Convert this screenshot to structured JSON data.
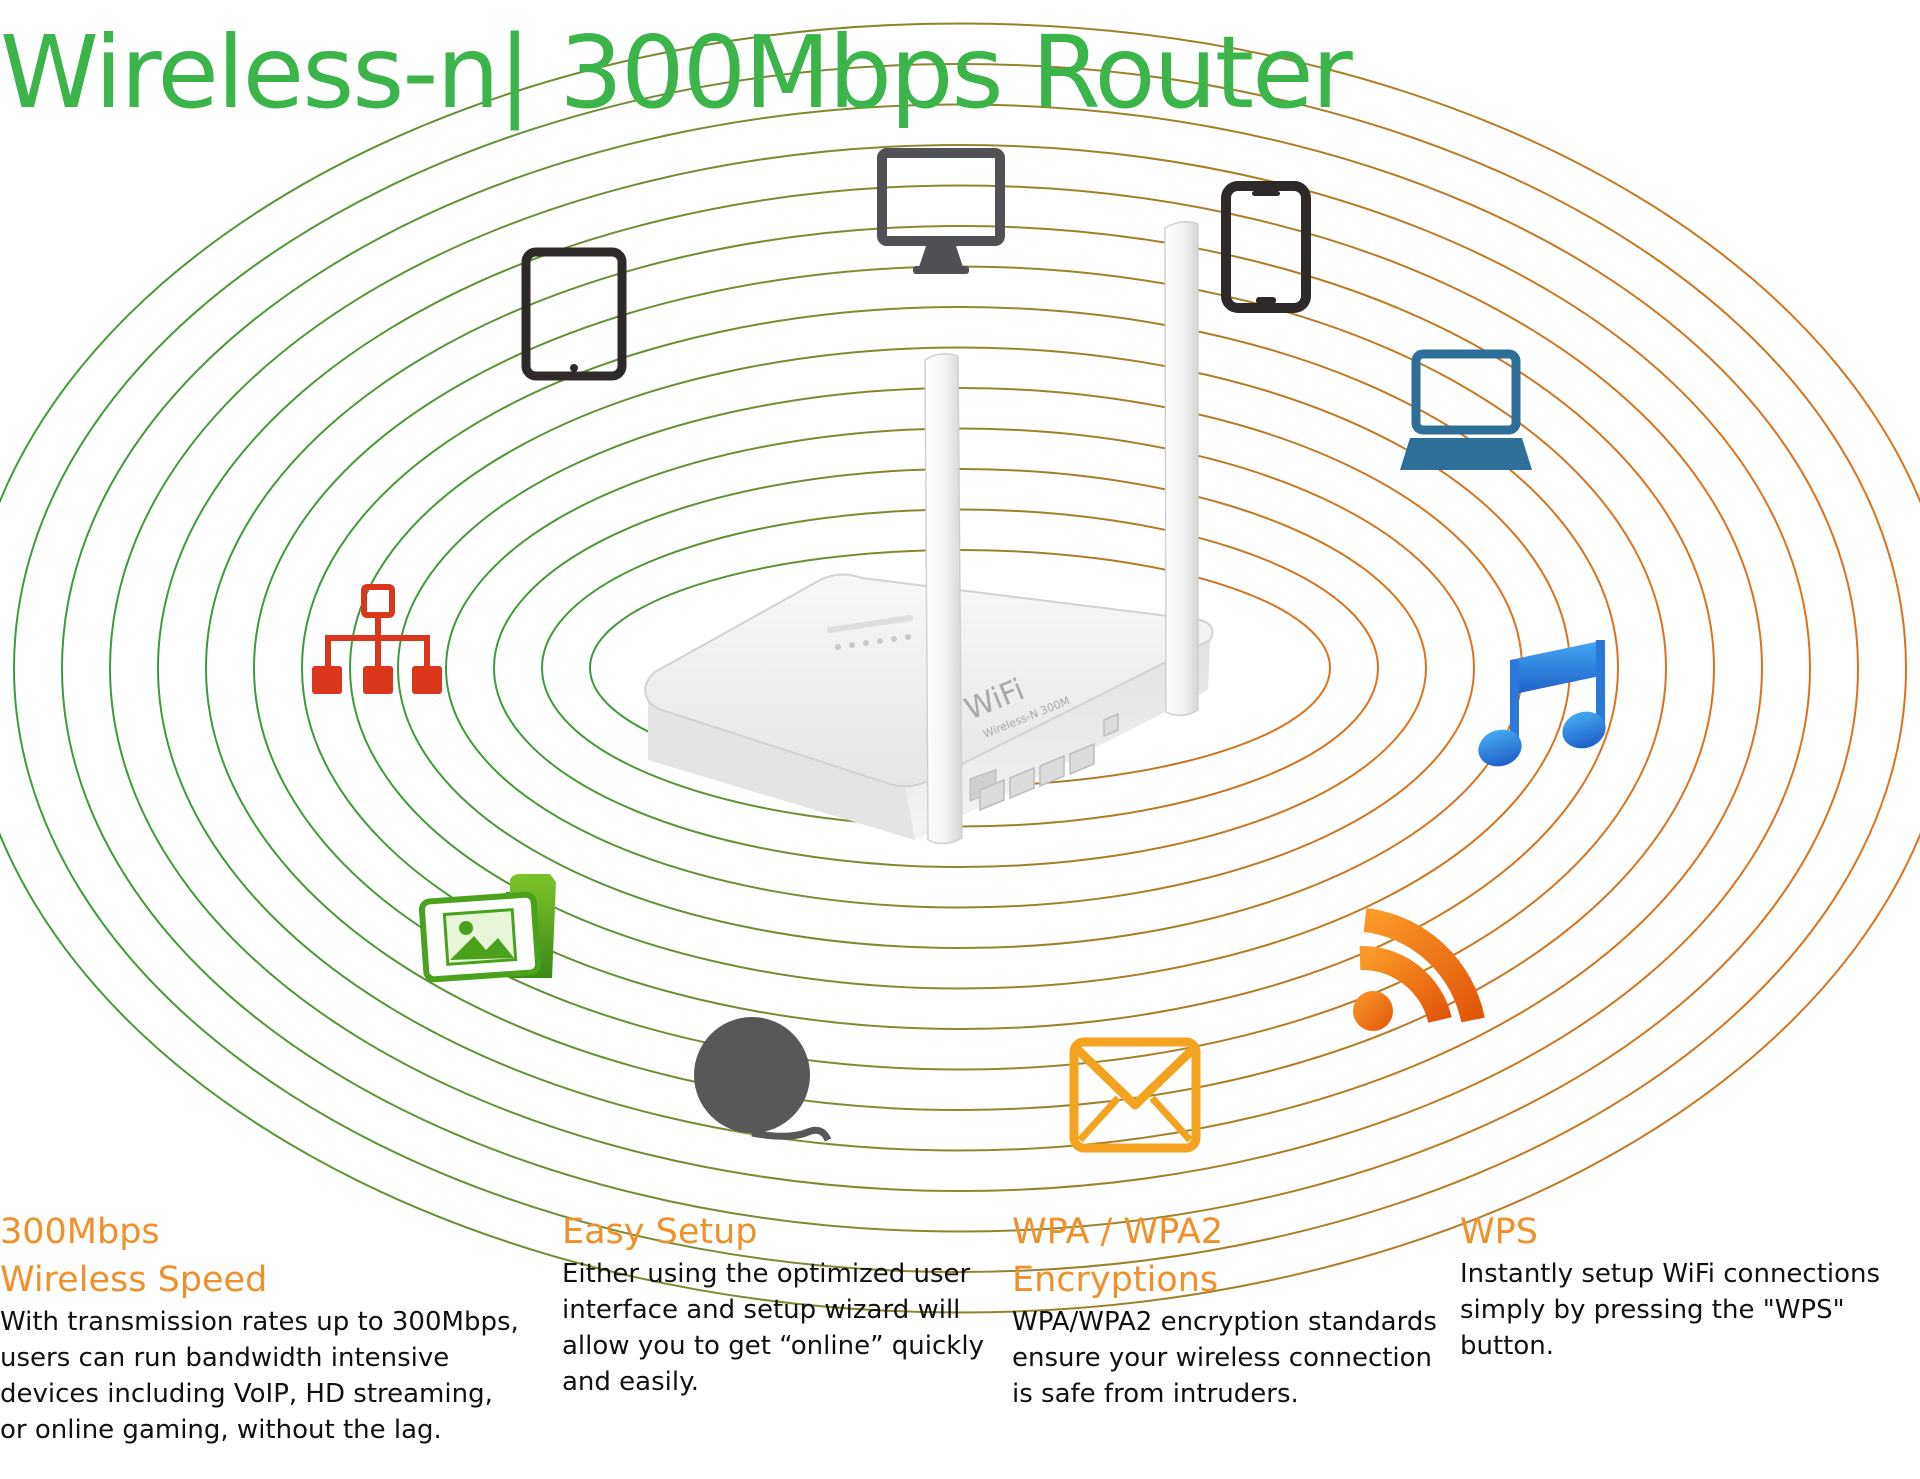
{
  "title": "Wireless-n| 300Mbps Router",
  "colors": {
    "title": "#3bb54a",
    "feature_heading": "#f0902a",
    "ring_inner": "#e1701e",
    "ring_outer": "#3e9a3e",
    "monitor": "#505055",
    "tablet": "#2f2a2a",
    "phone": "#2f2a2a",
    "laptop": "#2d6f98",
    "network": "#d9361b",
    "music": "#2f8ee6",
    "folder": "#4aa21c",
    "film": "#585858",
    "rss": "#f06a10",
    "mail": "#f4a320"
  },
  "router": {
    "brand": "WiFi",
    "model": "Wireless-N 300M"
  },
  "icons": [
    {
      "name": "monitor-icon"
    },
    {
      "name": "tablet-icon"
    },
    {
      "name": "smartphone-icon"
    },
    {
      "name": "laptop-icon"
    },
    {
      "name": "network-hierarchy-icon"
    },
    {
      "name": "music-note-icon"
    },
    {
      "name": "image-folder-icon"
    },
    {
      "name": "rss-feed-icon"
    },
    {
      "name": "film-reel-icon"
    },
    {
      "name": "mail-envelope-icon"
    }
  ],
  "features": [
    {
      "heading": "300Mbps\nWireless Speed",
      "body": "With transmission rates up to 300Mbps,\nusers can run bandwidth intensive\ndevices including VoIP, HD streaming,\nor online gaming, without the lag."
    },
    {
      "heading": "Easy Setup",
      "body": "Either using the optimized user\ninterface and setup wizard will\nallow you to get “online” quickly\nand easily."
    },
    {
      "heading": "WPA / WPA2\nEncryptions",
      "body": "WPA/WPA2 encryption standards\nensure your wireless connection\nis safe from intruders."
    },
    {
      "heading": "WPS",
      "body": "Instantly setup WiFi connections\nsimply by pressing the \"WPS\" button."
    }
  ]
}
